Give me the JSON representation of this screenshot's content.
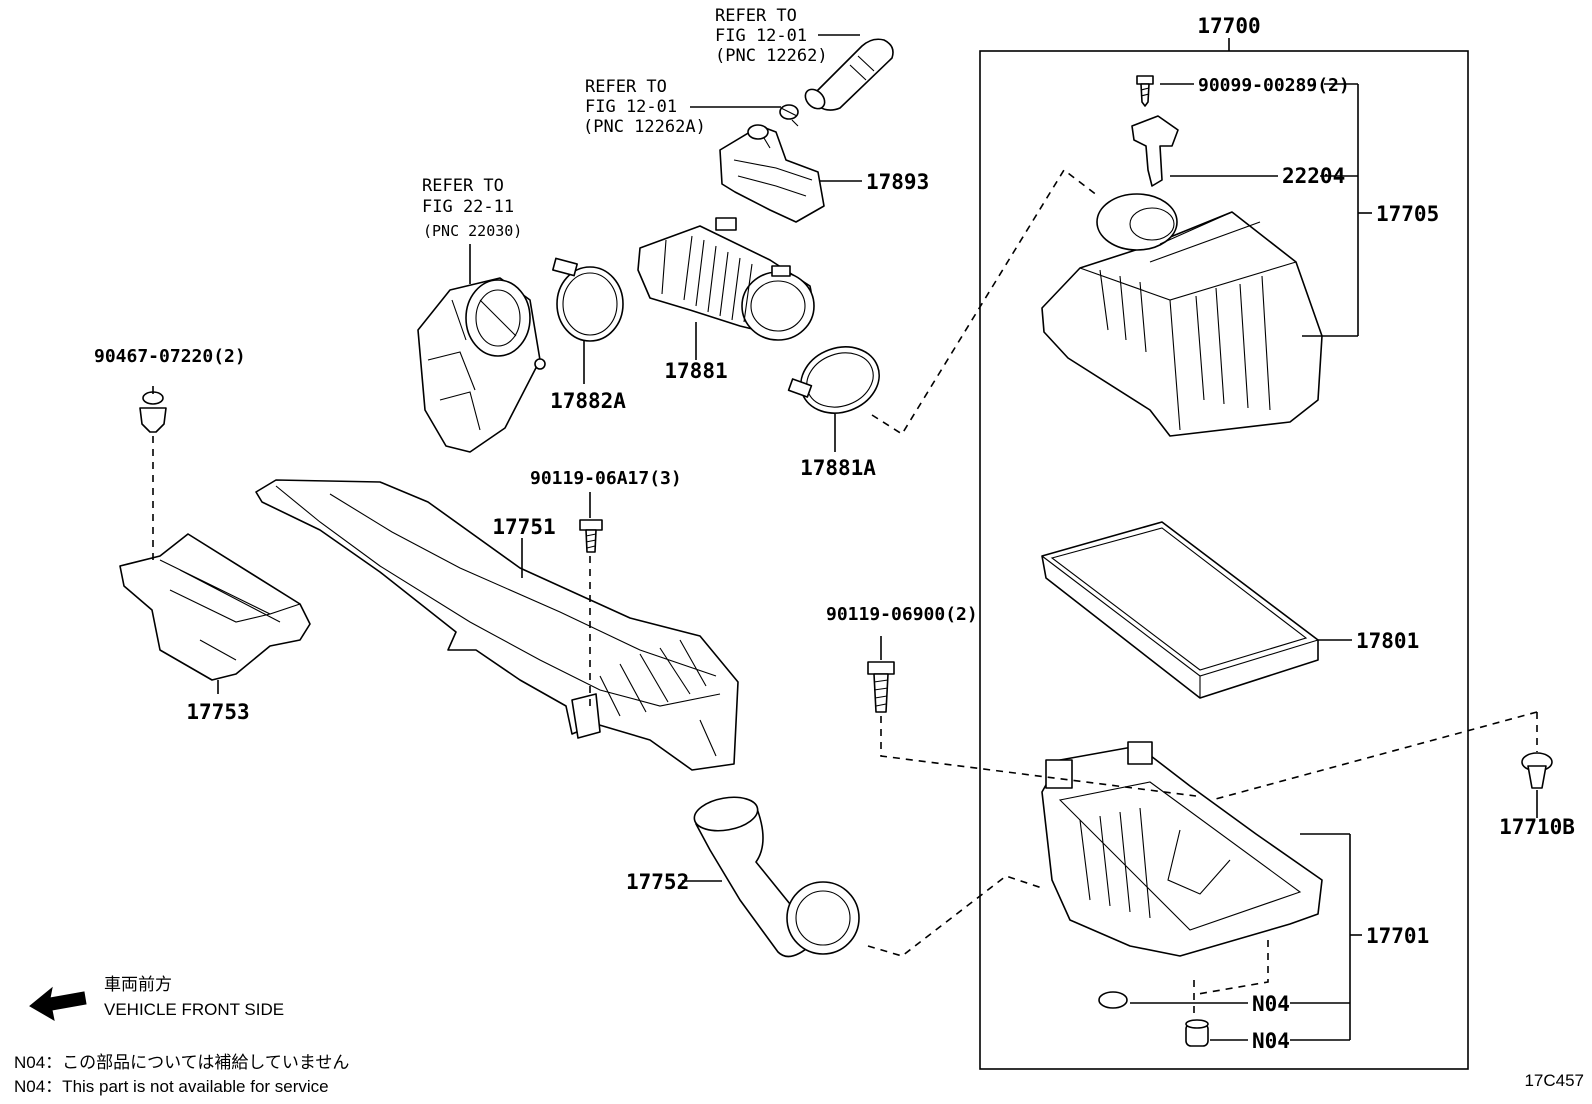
{
  "diagram": {
    "assembly_number": "17700",
    "figure_code": "17C457",
    "references": [
      {
        "line1": "REFER TO",
        "line2": "FIG 12-01",
        "line3": "(PNC 12262)"
      },
      {
        "line1": "REFER TO",
        "line2": "FIG 12-01",
        "line3": "(PNC 12262A)"
      },
      {
        "line1": "REFER TO",
        "line2": "FIG 22-11",
        "line3": "(PNC 22030)"
      }
    ],
    "parts": {
      "p90099": "90099-00289(2)",
      "p22204": "22204",
      "p17705": "17705",
      "p17893": "17893",
      "p17882A": "17882A",
      "p17881": "17881",
      "p17881A": "17881A",
      "p90467": "90467-07220(2)",
      "p90119a": "90119-06A17(3)",
      "p17751": "17751",
      "p17753": "17753",
      "p90119b": "90119-06900(2)",
      "p17801": "17801",
      "p17710B": "17710B",
      "p17752": "17752",
      "p17701": "17701",
      "n04a": "N04",
      "n04b": "N04"
    },
    "direction": {
      "label_jp": "車両前方",
      "label_en": "VEHICLE FRONT SIDE"
    },
    "notes": {
      "jp": "N04：この部品については補給していません",
      "en": "N04：This part is not available for service"
    }
  }
}
